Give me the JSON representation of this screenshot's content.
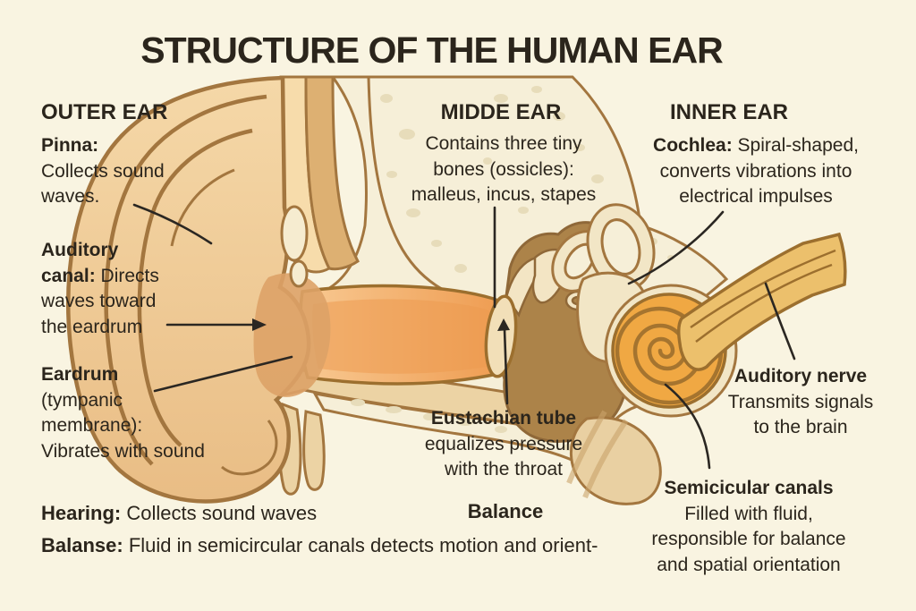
{
  "palette": {
    "background": "#f9f4e1",
    "text": "#2b251c",
    "leader": "#2b2722",
    "outline": "#a3763f",
    "outline_dark": "#9c6f2e",
    "skin_light": "#f5d8a8",
    "skin_mid": "#e9bd85",
    "concha": "#dda267",
    "band_light": "#f7dcab",
    "band_dark": "#ddb072",
    "bone": "#f6efd8",
    "speckle": "#e7dcba",
    "strip": "#ecd3a4",
    "canal_light": "#f8c992",
    "canal": "#ee9a4e",
    "eardrum": "#f2dfb8",
    "cavity": "#ac8349",
    "ossicle": "#f3e5c4",
    "loop": "#f2e6c6",
    "cochlea": "#f0a843",
    "nerve": "#ecc06c"
  },
  "title": "STRUCTURE OF THE HUMAN EAR",
  "outer_ear": {
    "heading": "OUTER EAR",
    "pinna": {
      "term": "Pinna:",
      "desc": "Collects sound waves."
    },
    "auditory_canal": {
      "term": "Auditory canal:",
      "desc": " Directs waves toward the eardrum"
    },
    "eardrum": {
      "term": "Eardrum",
      "desc": "(tympanic\nmembrane):\nVibrates with sound"
    }
  },
  "middle_ear": {
    "heading": "MIDDE EAR",
    "desc": "Contains three tiny\nbones (ossicles):\nmalleus, incus, stapes",
    "eustachian_tube": {
      "term": "Eustachian tube",
      "desc": "equalizes pressure\nwith the throat"
    }
  },
  "inner_ear": {
    "heading": "INNER EAR",
    "cochlea": {
      "term": "Cochlea:",
      "desc": " Spiral-shaped,\nconverts vibrations into\nelectrical impulses"
    },
    "auditory_nerve": {
      "term": "Auditory nerve",
      "desc": "Transmits signals\nto the brain"
    },
    "semicircular_canals": {
      "term": "Semicicular canals",
      "desc": "Filled with fluid,\nresponsible for balance\nand spatial orientation"
    }
  },
  "footer": {
    "hearing": {
      "term": "Hearing:",
      "desc": " Collects sound waves"
    },
    "balance_heading": "Balance",
    "balance": {
      "term": "Balanse:",
      "desc": " Fluid in semicircular canals detects motion and orient-"
    }
  }
}
